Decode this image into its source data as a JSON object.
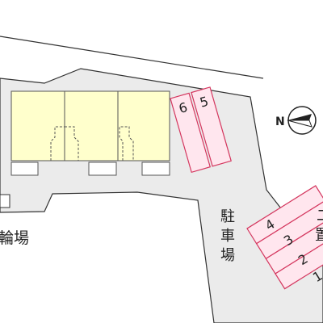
{
  "labels": {
    "parking": [
      "駐",
      "車",
      "場"
    ],
    "bicycle_parking": "輪場",
    "right_edge": [
      "二",
      "置"
    ]
  },
  "compass": {
    "letter": "N"
  },
  "parking_spaces": {
    "upper": [
      "6",
      "5"
    ],
    "lower": [
      "4",
      "3",
      "2",
      "1"
    ]
  },
  "colors": {
    "building_fill": "#ffffcc",
    "building_stroke": "#555555",
    "site_fill": "#ebebeb",
    "site_stroke": "#333333",
    "parking_fill": "#ffe6ee",
    "parking_stroke": "#d4365e"
  }
}
